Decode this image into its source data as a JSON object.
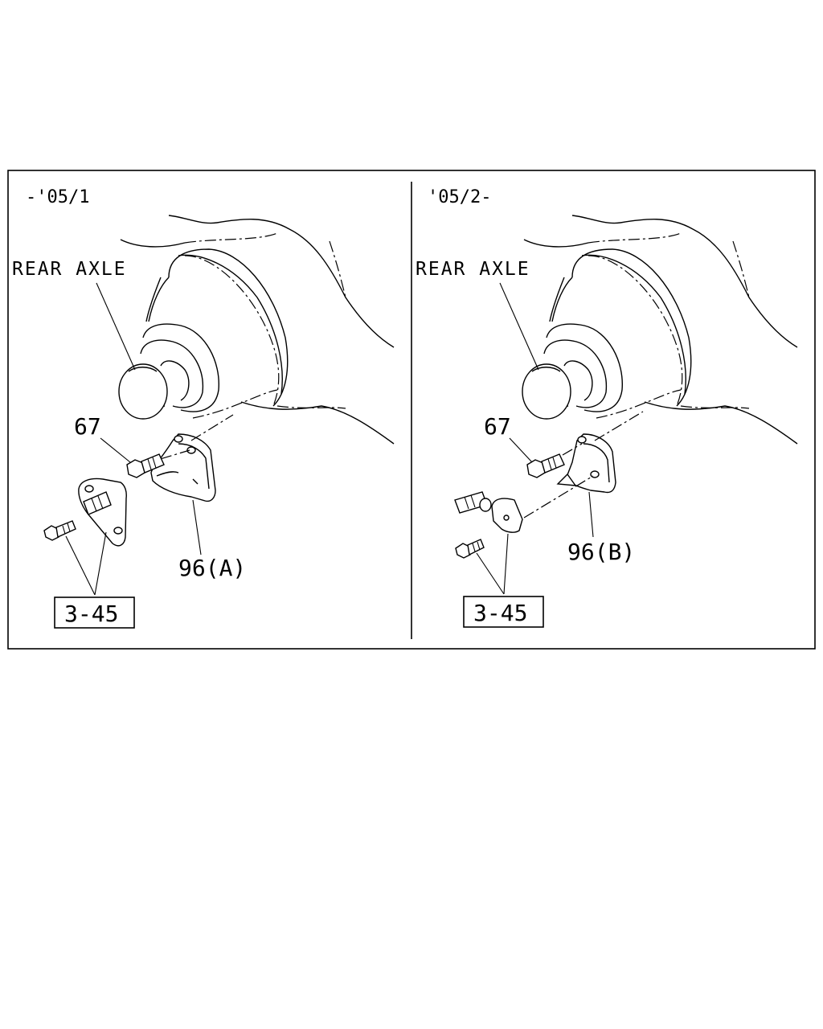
{
  "panels": [
    {
      "date_label": "-'05/1",
      "axle_label": "REAR AXLE",
      "bolt_label": "67",
      "bracket_label": "96(A)",
      "ref_label": "3-45"
    },
    {
      "date_label": "'05/2-",
      "axle_label": "REAR AXLE",
      "bolt_label": "67",
      "bracket_label": "96(B)",
      "ref_label": "3-45"
    }
  ]
}
